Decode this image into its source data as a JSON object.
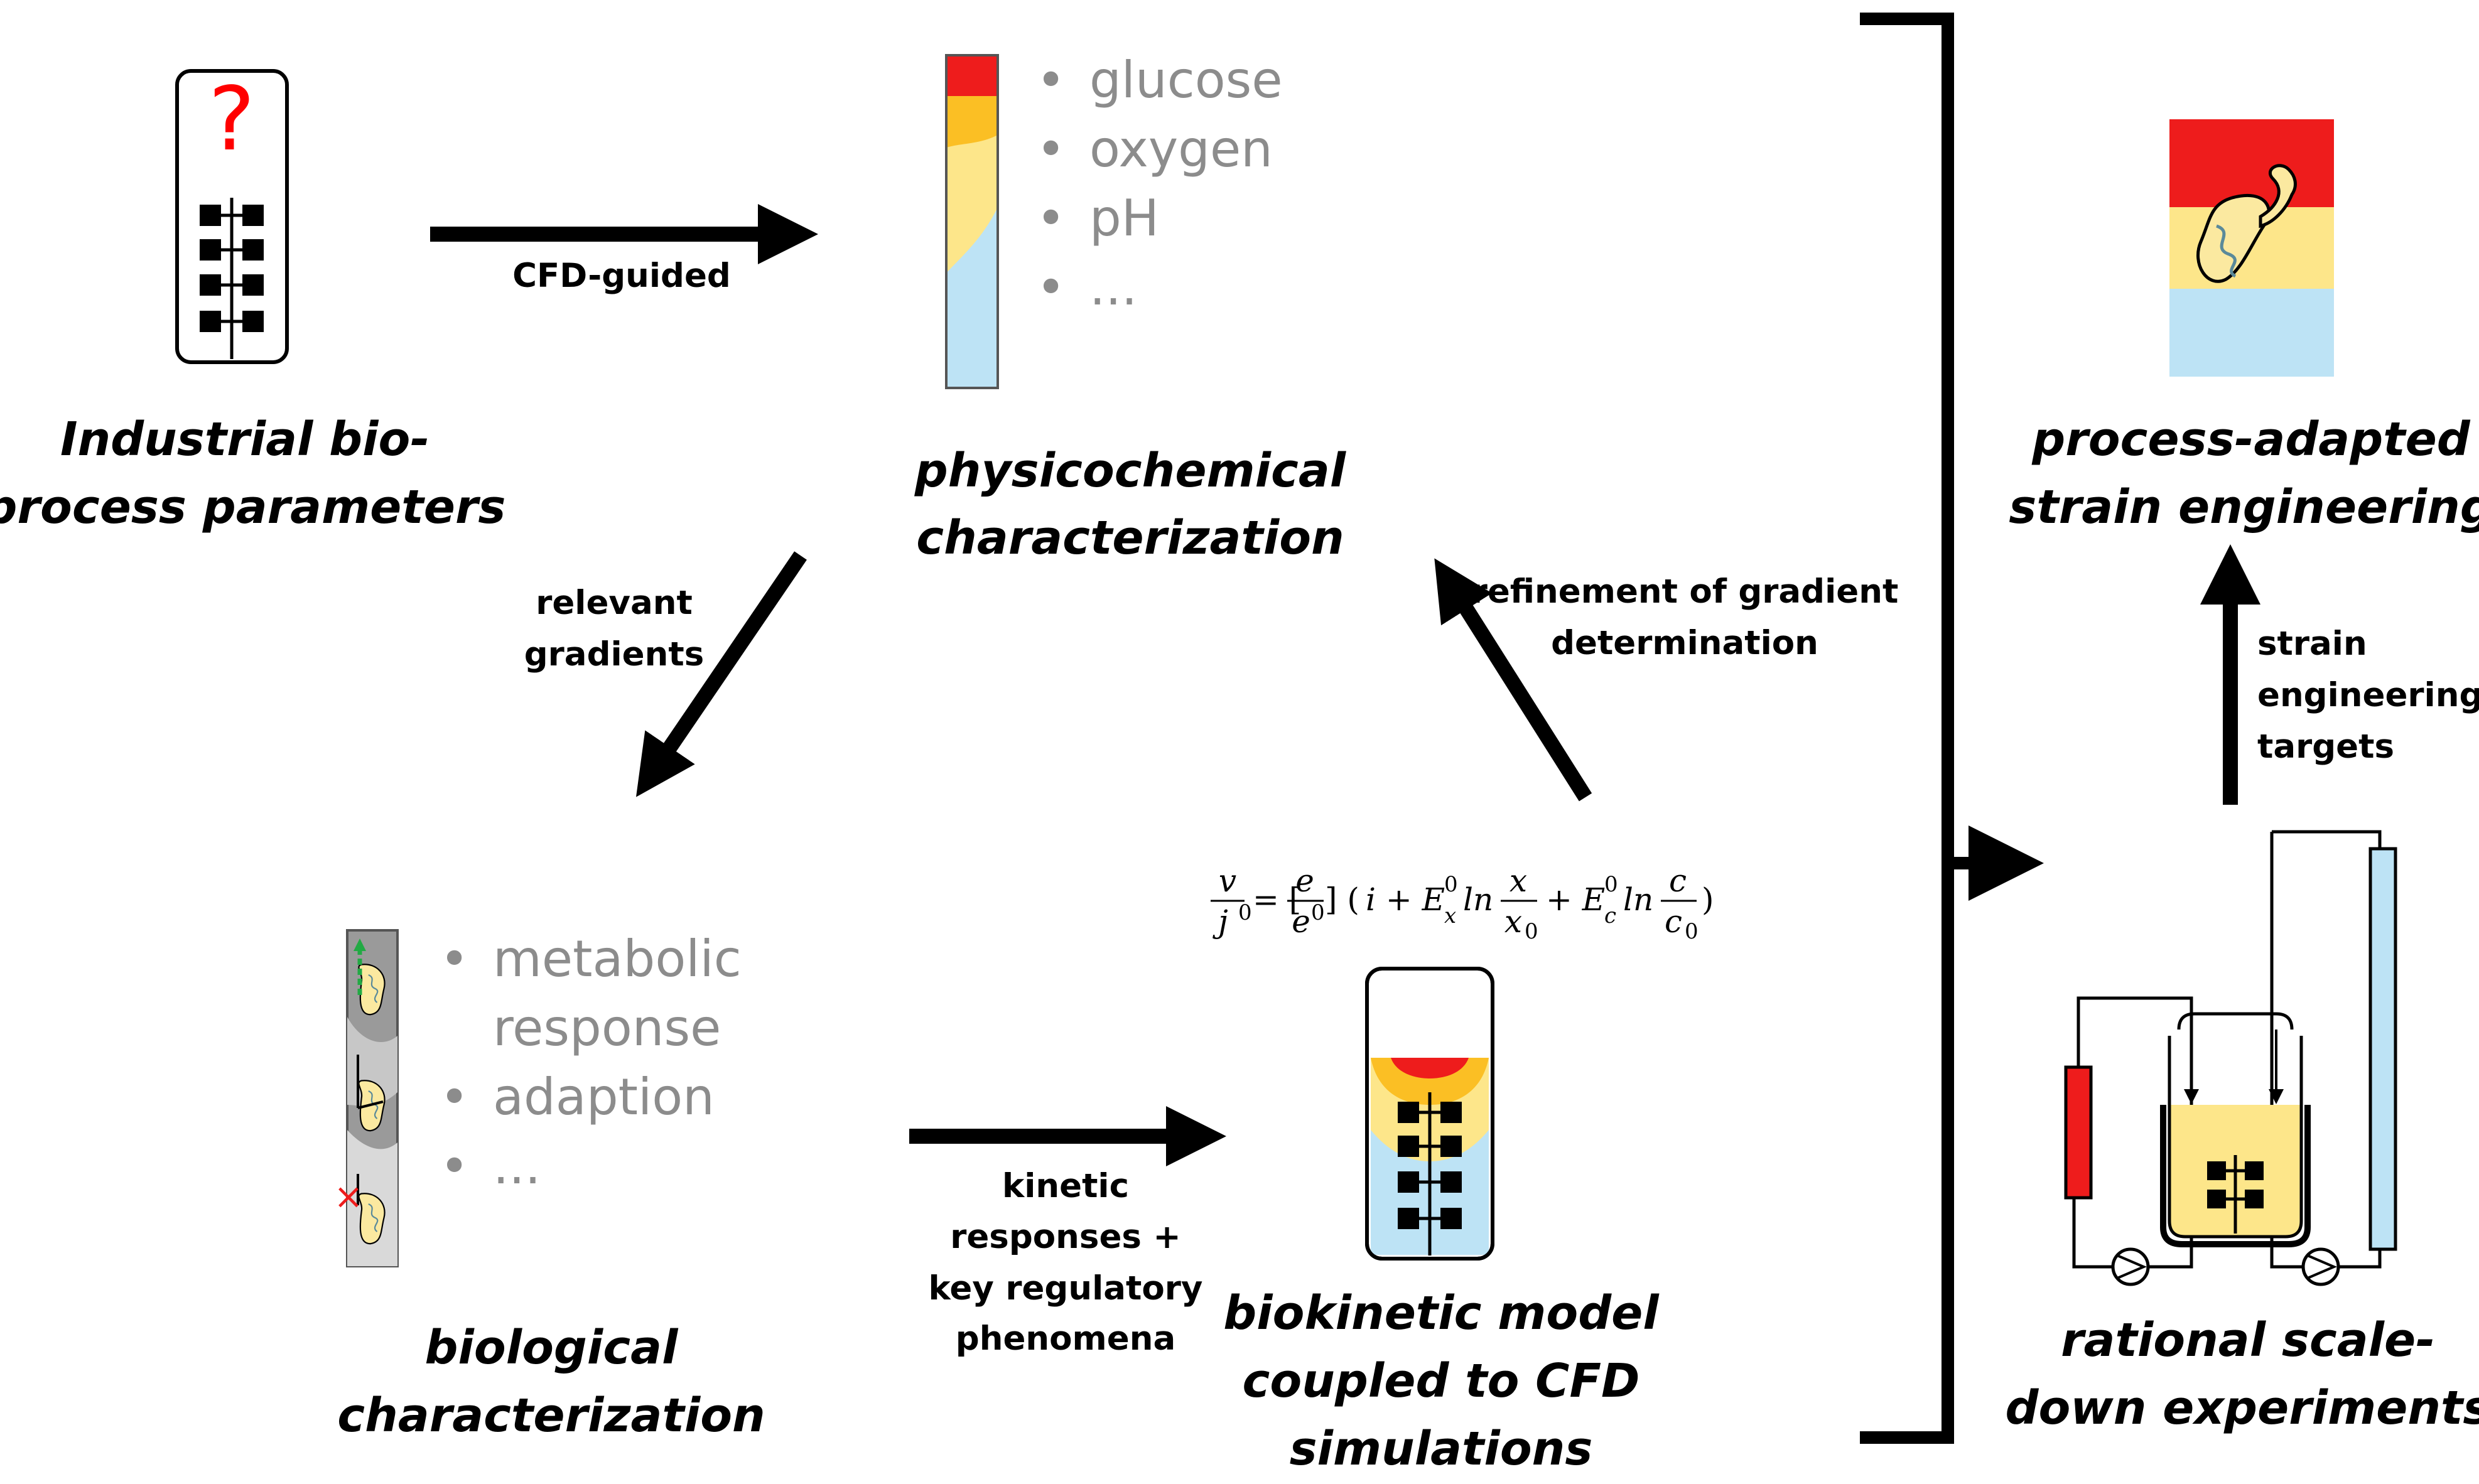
{
  "stages": {
    "industrial": {
      "line1": "Industrial bio-",
      "line2": "process parameters",
      "mark": "?"
    },
    "physicochemical": {
      "line1": "physicochemical",
      "line2": "characterization",
      "bullets": [
        "glucose",
        "oxygen",
        "pH",
        "..."
      ]
    },
    "biological": {
      "line1": "biological",
      "line2": "characterization",
      "bullets": [
        "metabolic",
        "response",
        "adaption",
        "..."
      ]
    },
    "biokinetic": {
      "line1": "biokinetic model",
      "line2": "coupled to CFD",
      "line3": "simulations"
    },
    "scaledown": {
      "line1": "rational scale-",
      "line2": "down experiments"
    },
    "strain": {
      "line1": "process-adapted",
      "line2": "strain engineering"
    }
  },
  "arrows": {
    "cfd_guided": "CFD-guided",
    "relevant_gradients": [
      "relevant",
      "gradients"
    ],
    "refinement": [
      "refinement of gradient",
      "determination"
    ],
    "kinetic": [
      "kinetic",
      "responses +",
      "key regulatory",
      "phenomena"
    ],
    "strain_targets": [
      "strain",
      "engineering",
      "targets"
    ]
  },
  "equation": {
    "lhs_num": "v",
    "lhs_den": "j",
    "sup0": "0",
    "e_num": "e",
    "e_den": "e",
    "body": "i + E",
    "sub_x": "x",
    "ln1": "ln",
    "x_num": "x",
    "x_den": "x",
    "plus2": "+ E",
    "sub_c": "c",
    "ln2": "ln",
    "c_num": "c",
    "c_den": "c",
    "sub0": "0"
  },
  "colors": {
    "red": "#ee1c1c",
    "orange": "#fbbf24",
    "yellow": "#fde68a",
    "blue": "#bde3f5",
    "cell": "#fbe9a0",
    "gray": "#8c8c8c"
  }
}
